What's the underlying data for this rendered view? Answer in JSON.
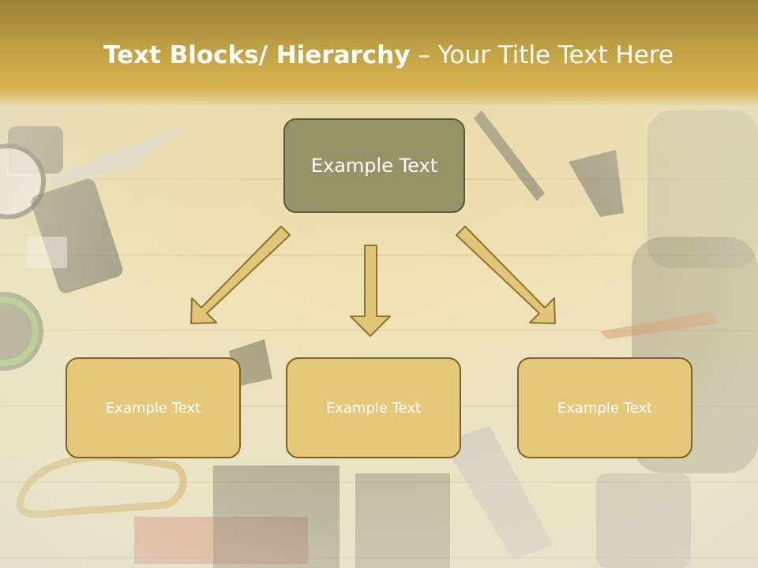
{
  "slide": {
    "title_bold": "Text Blocks/ Hierarchy",
    "title_rest": " – Your Title Text Here",
    "top_box": "Example Text",
    "child_boxes": [
      "Example Text",
      "Example Text",
      "Example Text"
    ]
  },
  "colors": {
    "title_band": "#c6a646",
    "top_box_fill": "#949468",
    "child_box_fill": "#e5c87a",
    "arrow_fill": "#e2c578",
    "border": "#6f5e22"
  },
  "icons": {
    "arrow_left": "arrow-down-left-icon",
    "arrow_mid": "arrow-down-icon",
    "arrow_right": "arrow-down-right-icon"
  }
}
